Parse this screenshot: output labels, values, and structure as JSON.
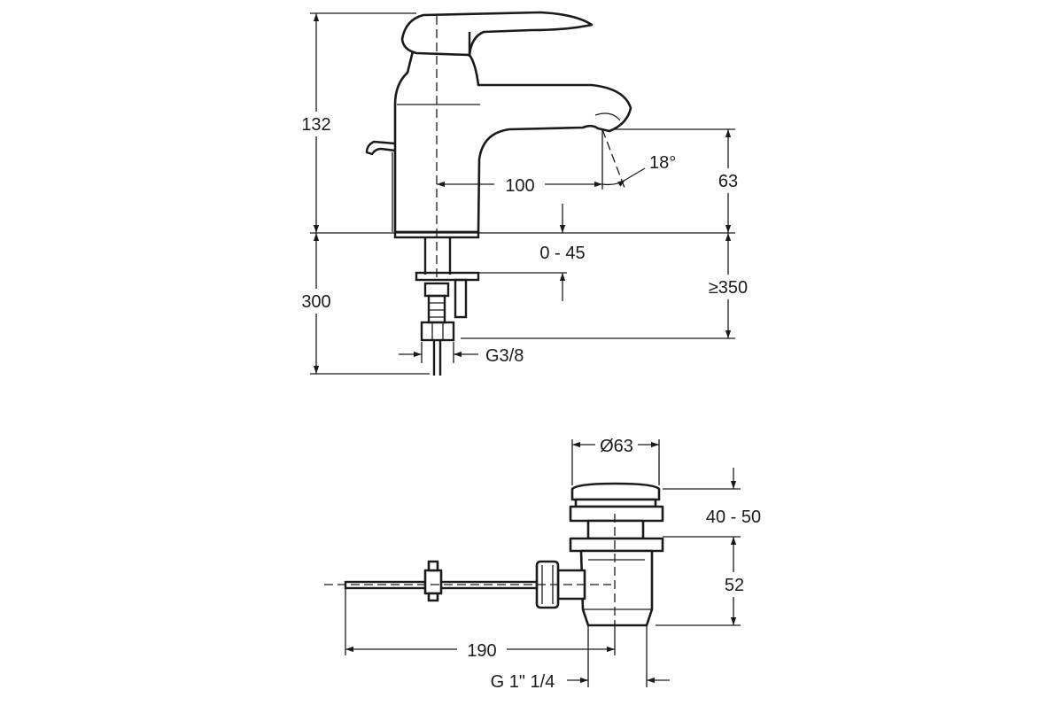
{
  "faucet_dimensions": {
    "total_height": "132",
    "spout_reach": "100",
    "spout_height": "63",
    "spout_angle": "18°",
    "counter_thickness": "0 - 45",
    "hose_length": "300",
    "clearance": "≥350",
    "connection_thread": "G3/8"
  },
  "waste_dimensions": {
    "cap_diameter": "Ø63",
    "adjust_range": "40 - 50",
    "body_height": "52",
    "rod_length": "190",
    "outlet_thread": "G 1\" 1/4"
  }
}
